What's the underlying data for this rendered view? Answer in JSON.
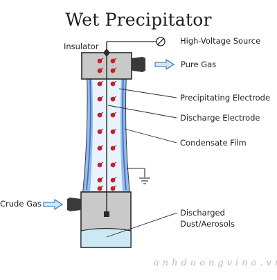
{
  "title": "Wet Precipitator",
  "labels": {
    "insulator": "Insulator",
    "high_voltage_source": "High-Voltage Source",
    "pure_gas": "Pure Gas",
    "precipitating_electrode": "Precipitating Electrode",
    "discharge_electrode": "Discharge Electrode",
    "condensate_film": "Condensate Film",
    "crude_gas": "Crude Gas",
    "discharged_line1": "Discharged",
    "discharged_line2": "Dust/Aerosols"
  },
  "watermark": "anhduongvina.vn",
  "colors": {
    "housing_gray": "#c9c9c9",
    "outline": "#2a2a2a",
    "tube_blue": "#cfe6f5",
    "film_blue": "#5b8fd6",
    "liquid_blue": "#cde8f5",
    "arrow_fill": "#cfe6f7",
    "arrow_stroke": "#2f6fae",
    "charge_red": "#c8202b",
    "nozzle_dark": "#3a3a3a"
  }
}
